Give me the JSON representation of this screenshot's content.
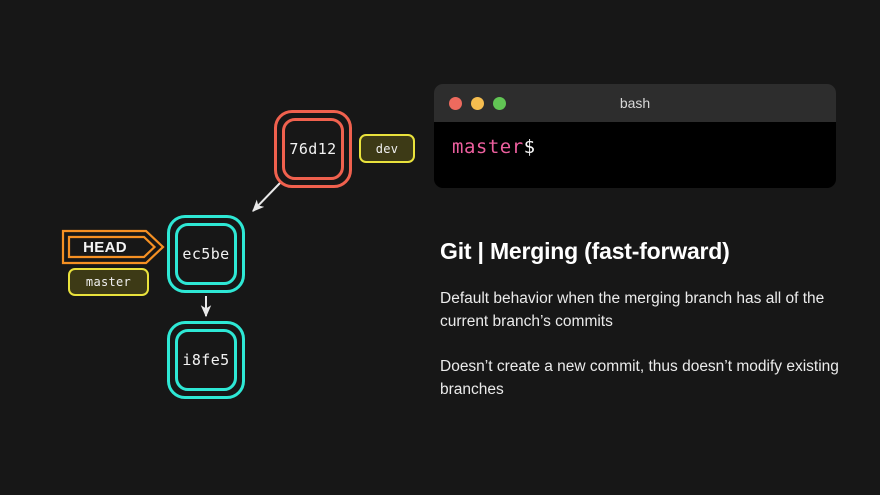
{
  "background_color": "#171717",
  "graph": {
    "commits": [
      {
        "id": "dev-commit",
        "hash": "76d12",
        "color": "#f0614e"
      },
      {
        "id": "head-commit",
        "hash": "ec5be",
        "color": "#2ee8d5"
      },
      {
        "id": "parent-commit",
        "hash": "i8fe5",
        "color": "#2ee8d5"
      }
    ],
    "branch_tags": [
      {
        "id": "dev-tag",
        "label": "dev",
        "border_color": "#e9e23c",
        "fill_color": "#3d3a16"
      },
      {
        "id": "master-tag",
        "label": "master",
        "border_color": "#e9e23c",
        "fill_color": "#3d3a16"
      }
    ],
    "head_pointer": {
      "label": "HEAD",
      "color": "#f59023"
    },
    "arrows": [
      {
        "id": "dev-to-head-arrow",
        "from": "dev-commit",
        "to": "head-commit",
        "color": "#e8e8e8"
      },
      {
        "id": "head-to-parent-arrow",
        "from": "head-commit",
        "to": "parent-commit",
        "color": "#e8e8e8"
      }
    ]
  },
  "terminal": {
    "title": "bash",
    "titlebar_color": "#2d2d2d",
    "body_color": "#000000",
    "buttons": [
      {
        "name": "close",
        "color": "#ed6a5e"
      },
      {
        "name": "minimize",
        "color": "#f5bd4f"
      },
      {
        "name": "maximize",
        "color": "#61c554"
      }
    ],
    "prompt": {
      "branch": "master",
      "branch_color": "#ec5f9e",
      "sigil": "$",
      "sigil_color": "#f5f5f5"
    }
  },
  "copy": {
    "title": "Git | Merging (fast-forward)",
    "paragraphs": [
      "Default behavior when the merging branch has all of the current branch’s commits",
      "Doesn’t create a new commit, thus doesn’t modify existing branches"
    ]
  }
}
